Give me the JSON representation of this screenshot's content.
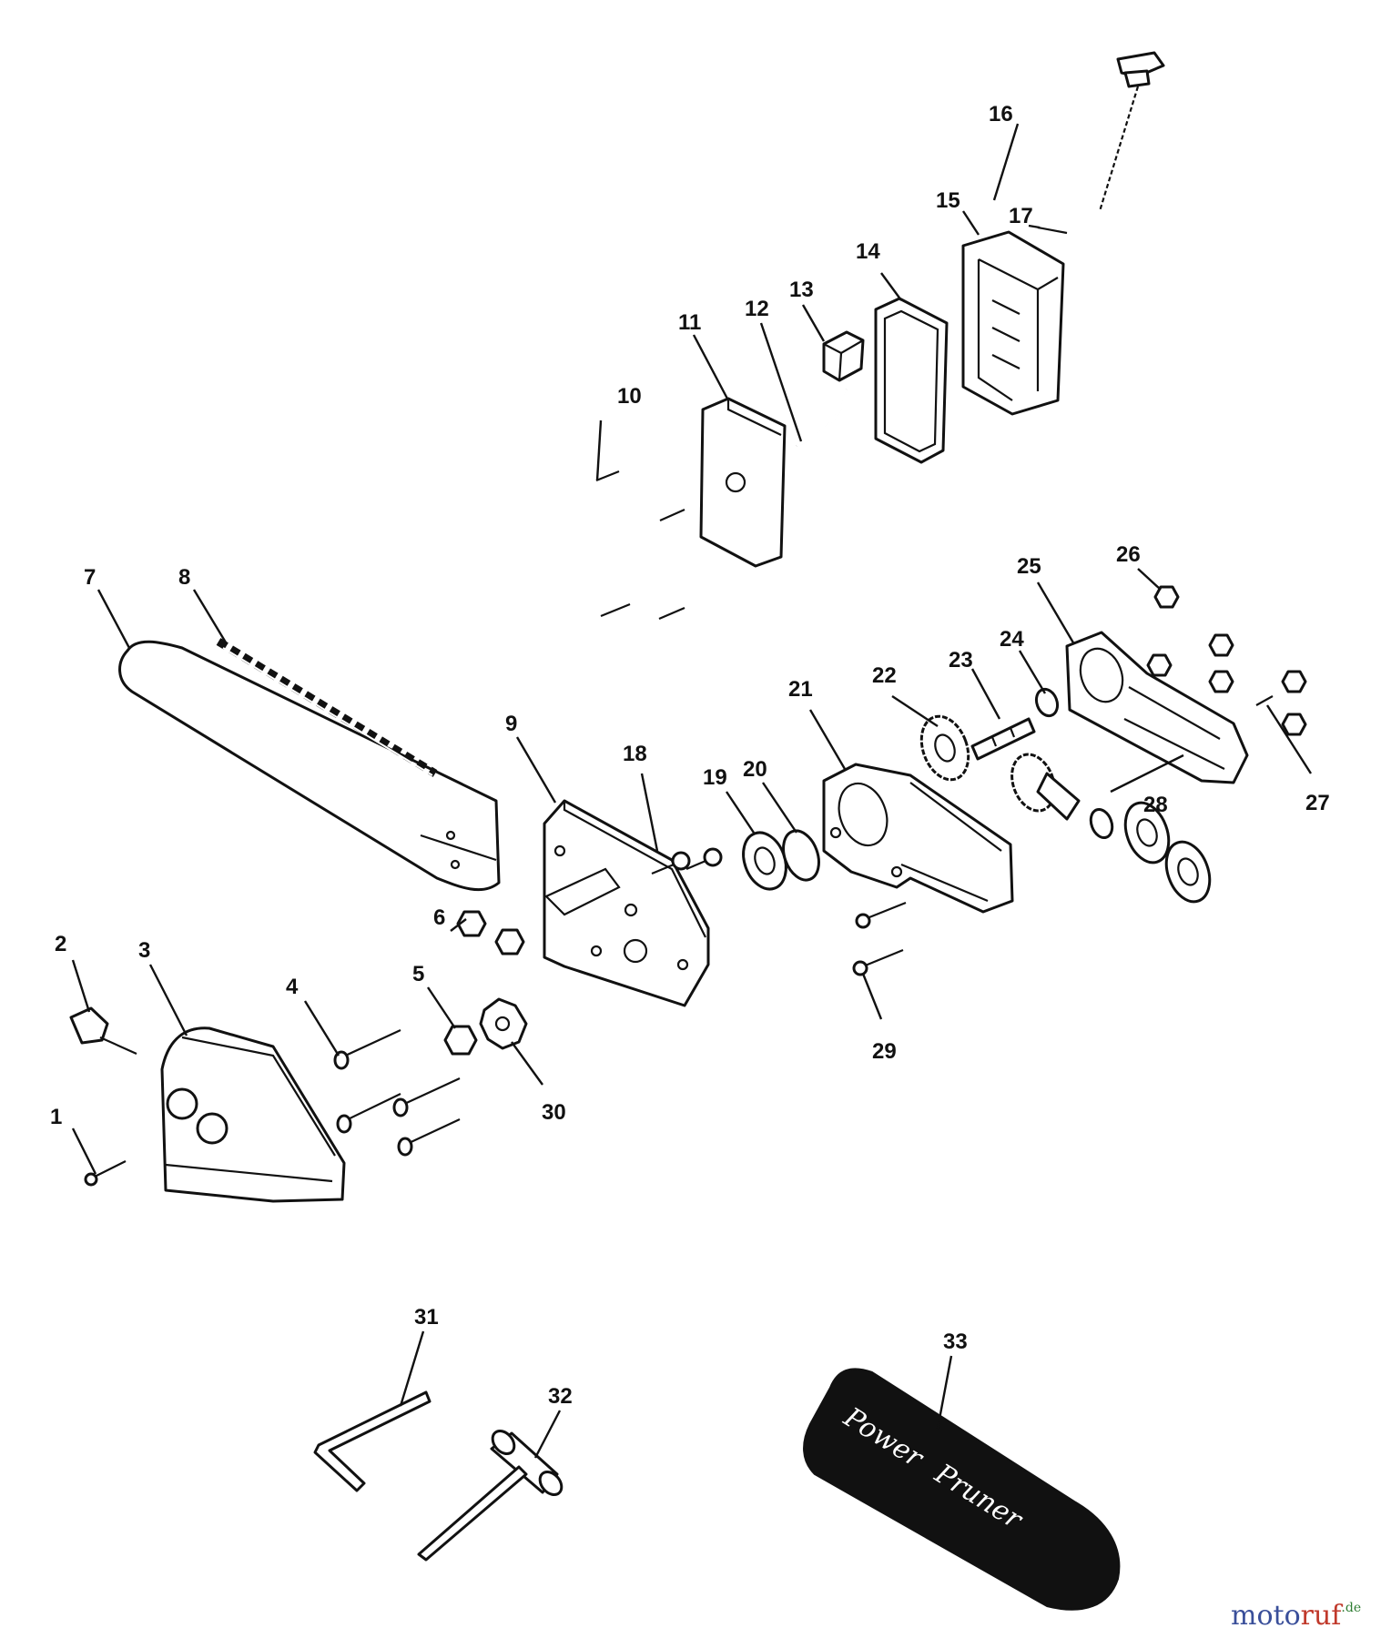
{
  "diagram": {
    "callouts": [
      {
        "id": "1",
        "label": "1"
      },
      {
        "id": "2",
        "label": "2"
      },
      {
        "id": "3",
        "label": "3"
      },
      {
        "id": "4",
        "label": "4"
      },
      {
        "id": "5",
        "label": "5"
      },
      {
        "id": "6",
        "label": "6"
      },
      {
        "id": "7",
        "label": "7"
      },
      {
        "id": "8",
        "label": "8"
      },
      {
        "id": "9",
        "label": "9"
      },
      {
        "id": "10",
        "label": "10"
      },
      {
        "id": "11",
        "label": "11"
      },
      {
        "id": "12",
        "label": "12"
      },
      {
        "id": "13",
        "label": "13"
      },
      {
        "id": "14",
        "label": "14"
      },
      {
        "id": "15",
        "label": "15"
      },
      {
        "id": "16",
        "label": "16"
      },
      {
        "id": "17",
        "label": "17"
      },
      {
        "id": "18",
        "label": "18"
      },
      {
        "id": "19",
        "label": "19"
      },
      {
        "id": "20",
        "label": "20"
      },
      {
        "id": "21",
        "label": "21"
      },
      {
        "id": "22",
        "label": "22"
      },
      {
        "id": "23",
        "label": "23"
      },
      {
        "id": "24",
        "label": "24"
      },
      {
        "id": "25",
        "label": "25"
      },
      {
        "id": "26",
        "label": "26"
      },
      {
        "id": "27",
        "label": "27"
      },
      {
        "id": "28",
        "label": "28"
      },
      {
        "id": "29",
        "label": "29"
      },
      {
        "id": "30",
        "label": "30"
      },
      {
        "id": "31",
        "label": "31"
      },
      {
        "id": "32",
        "label": "32"
      },
      {
        "id": "33",
        "label": "33"
      }
    ],
    "scabbard_logo": {
      "word1": "Power",
      "word2": "Pruner"
    },
    "watermark": {
      "moto": "moto",
      "ruf": "ruf",
      "tld": ".de"
    },
    "colors": {
      "ink": "#111111",
      "background": "#ffffff",
      "wm_blue": "#3a4f9a",
      "wm_red": "#c0392b",
      "wm_green": "#2e7d32"
    }
  }
}
